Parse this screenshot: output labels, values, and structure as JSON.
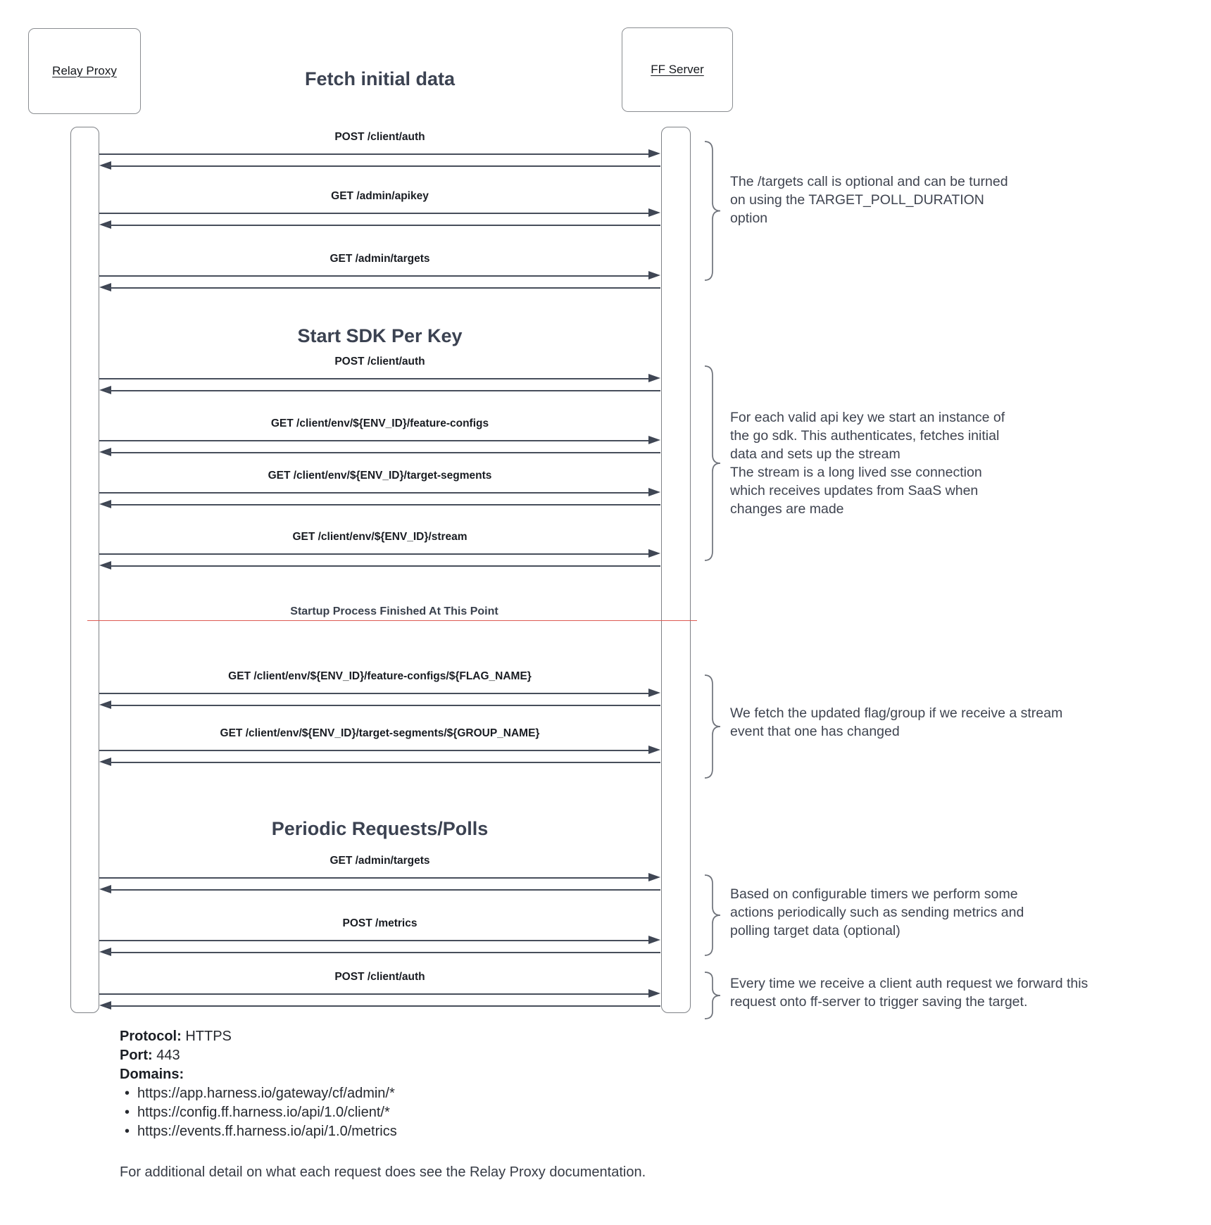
{
  "actors": {
    "left": "Relay Proxy",
    "right": "FF Server"
  },
  "sections": {
    "fetch_initial": "Fetch initial data",
    "start_sdk": "Start SDK Per Key",
    "periodic": "Periodic Requests/Polls"
  },
  "divider": {
    "label": "Startup Process Finished At This Point",
    "color": "#dd5a54"
  },
  "messages": [
    {
      "label": "POST /client/auth"
    },
    {
      "label": "GET /admin/apikey"
    },
    {
      "label": "GET /admin/targets"
    },
    {
      "label": "POST /client/auth"
    },
    {
      "label": "GET /client/env/${ENV_ID}/feature-configs"
    },
    {
      "label": "GET /client/env/${ENV_ID}/target-segments"
    },
    {
      "label": "GET /client/env/${ENV_ID}/stream"
    },
    {
      "label": "GET /client/env/${ENV_ID}/feature-configs/${FLAG_NAME}"
    },
    {
      "label": "GET /client/env/${ENV_ID}/target-segments/${GROUP_NAME}"
    },
    {
      "label": "GET /admin/targets"
    },
    {
      "label": "POST /metrics"
    },
    {
      "label": "POST /client/auth"
    }
  ],
  "annotations": [
    {
      "lines": [
        "The /targets call is optional and can be turned",
        "on using the TARGET_POLL_DURATION",
        "option"
      ]
    },
    {
      "lines": [
        "For each valid api key we start an instance of",
        "the go sdk. This authenticates, fetches initial",
        "data and sets up the stream",
        "The stream is a long lived sse connection",
        "which receives updates from SaaS when",
        "changes are made"
      ]
    },
    {
      "lines": [
        "We fetch the updated flag/group if we receive a stream",
        "event that one has changed"
      ]
    },
    {
      "lines": [
        "Based on configurable timers we perform some",
        "actions periodically such as sending metrics and",
        "polling target data (optional)"
      ]
    },
    {
      "lines": [
        "Every time we receive a client auth request we forward this",
        "request onto ff-server to trigger saving the target."
      ]
    }
  ],
  "footer": {
    "protocol_label": "Protocol:",
    "protocol_value": " HTTPS",
    "port_label": "Port:",
    "port_value": " 443",
    "domains_label": "Domains:",
    "bullet": "•",
    "domains": [
      "https://app.harness.io/gateway/cf/admin/*",
      "https://config.ff.harness.io/api/1.0/client/*",
      "https://events.ff.harness.io/api/1.0/metrics"
    ],
    "note": "For additional detail on what each request does see the Relay Proxy documentation."
  },
  "colors": {
    "arrow": "#474e5b",
    "red_line": "#dd5a54",
    "border": "#8a8d91"
  }
}
